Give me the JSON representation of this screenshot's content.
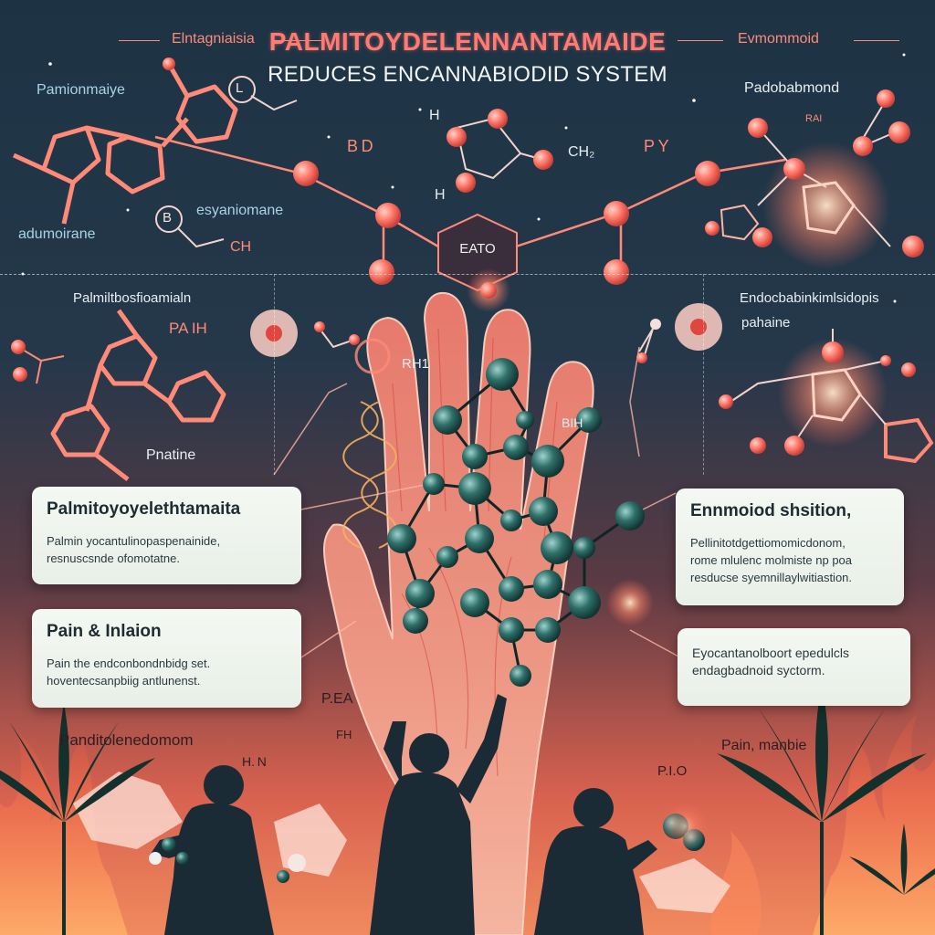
{
  "header": {
    "title": "PALMITOYDELENNANTAMAIDE",
    "subtitle": "REDUCES ENCANNABIODID SYSTEM",
    "left_tag": "Elntagniaisia",
    "right_tag": "Evmommoid"
  },
  "labels": {
    "pamionmaiye": "Pamionmaiye",
    "adumoirane": "adumoirane",
    "esyaniomane": "esyaniomane",
    "ch_left": "CH",
    "bd": "B D",
    "h3_top": "H",
    "h3_bottom": "H",
    "ch2": "CH₂",
    "psy": "P Y",
    "padobabmond": "Padobabmond",
    "rai": "RAI",
    "eato": "EATO",
    "palmiltbosfioamialn": "Palmiltbosfioamialn",
    "pa_ih": "PA IH",
    "pnatine": "Pnatine",
    "rh1": "RH1",
    "bih": "BIH",
    "endocb": "Endocbabinkimlsidopis",
    "pahaine": "pahaine",
    "pea": "P.EA",
    "fh": "FH",
    "h_n": "H. N",
    "pio": "P.I.O",
    "pandito": "Panditolenedomom",
    "pain_manbie": "Pain, manbie",
    "l_ring": "L",
    "b_ring": "B"
  },
  "cards": {
    "palm": {
      "title": "Palmitoyoyelethtamaita",
      "line1": "Palmin yocantulinopaspenainide,",
      "line2": "resnuscsnde ofomotatne."
    },
    "enn": {
      "title": "Ennmoiod shsition,",
      "line1": "Pellinitotdgettiomomicdonom,",
      "line2": "rome mlulenc molmiste np poa",
      "line3": "resducse syemnillaylwitiastion."
    },
    "pain": {
      "title": "Pain & Inlaion",
      "line1": "Pain the endconbondnbidg set.",
      "line2": "hoventecsanpbiig antlunenst."
    },
    "eyo": {
      "line1": "Eyocantanolboort epedulcls",
      "line2": "endagbadnoid syctorm."
    }
  },
  "colors": {
    "accent": "#ff7a73",
    "molecule": "#2f6f6a",
    "card_bg": "#eef4ec",
    "flame": "#ff7a4f"
  },
  "icons": [
    "cannabis-leaf-icon",
    "molecule-icon",
    "human-silhouette-icon",
    "flame-icon",
    "hand-icon"
  ]
}
